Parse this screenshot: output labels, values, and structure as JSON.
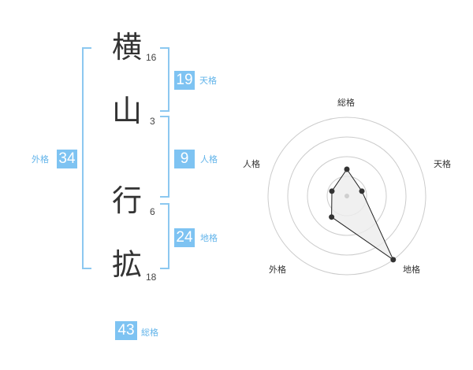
{
  "name": {
    "chars": [
      {
        "char": "横",
        "strokes": "16"
      },
      {
        "char": "山",
        "strokes": "3"
      },
      {
        "char": "行",
        "strokes": "6"
      },
      {
        "char": "拡",
        "strokes": "18"
      }
    ]
  },
  "fortunes": {
    "tenkaku": {
      "value": "19",
      "label": "天格"
    },
    "jinkaku": {
      "value": "9",
      "label": "人格"
    },
    "chikaku": {
      "value": "24",
      "label": "地格"
    },
    "gaikaku": {
      "value": "34",
      "label": "外格"
    },
    "soukaku": {
      "value": "43",
      "label": "総格"
    }
  },
  "colors": {
    "accent": "#7ec3f2",
    "bracket": "#8cc8f0",
    "label": "#62b4ea"
  },
  "chart_data": {
    "type": "radar",
    "axes": [
      "総格",
      "天格",
      "地格",
      "外格",
      "人格"
    ],
    "values": [
      0.34,
      0.2,
      1.0,
      0.33,
      0.2
    ],
    "rings": 4,
    "grid": true
  }
}
